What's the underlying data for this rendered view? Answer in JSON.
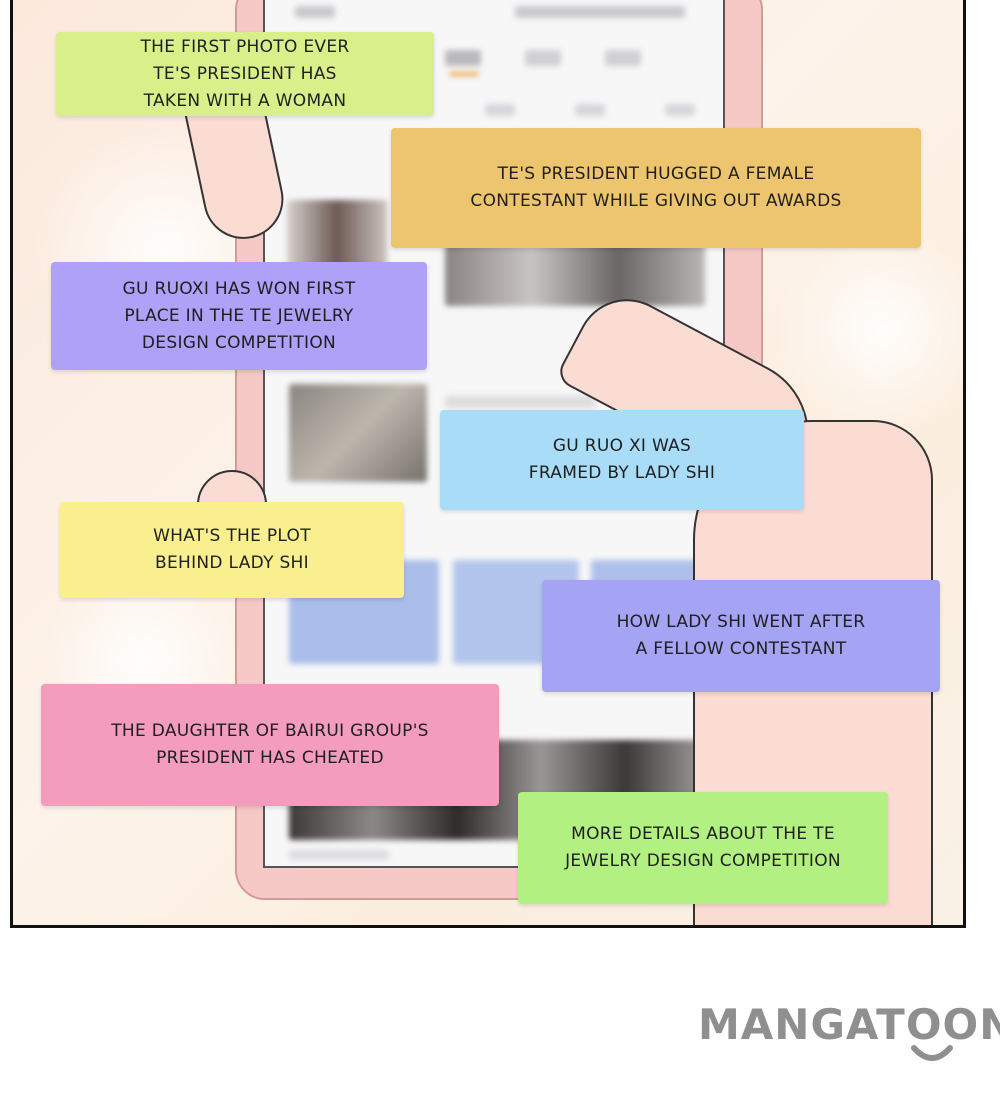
{
  "notes": [
    {
      "text": "THE FIRST PHOTO EVER\nTE'S PRESIDENT HAS\nTAKEN WITH A WOMAN",
      "color": "#d9f08a"
    },
    {
      "text": "TE'S PRESIDENT HUGGED A FEMALE\nCONTESTANT WHILE GIVING OUT AWARDS",
      "color": "#ecc56e"
    },
    {
      "text": "GU RUOXI HAS WON FIRST\nPLACE IN THE TE JEWELRY\nDESIGN COMPETITION",
      "color": "#aea1f7"
    },
    {
      "text": "GU RUO XI WAS\nFRAMED BY LADY SHI",
      "color": "#a9ddf7"
    },
    {
      "text": "WHAT'S THE PLOT\nBEHIND LADY SHI",
      "color": "#f9ef8f"
    },
    {
      "text": "HOW LADY SHI WENT AFTER\nA FELLOW CONTESTANT",
      "color": "#a4a3f4"
    },
    {
      "text": "THE DAUGHTER OF BAIRUI GROUP'S\nPRESIDENT HAS CHEATED",
      "color": "#f49cbc"
    },
    {
      "text": "MORE DETAILS ABOUT THE TE\nJEWELRY DESIGN COMPETITION",
      "color": "#b2f082"
    }
  ],
  "watermark": {
    "text": "MANGATOON",
    "color": "#8f8f8f"
  },
  "icons": {
    "logo_smile": "smile-icon"
  }
}
